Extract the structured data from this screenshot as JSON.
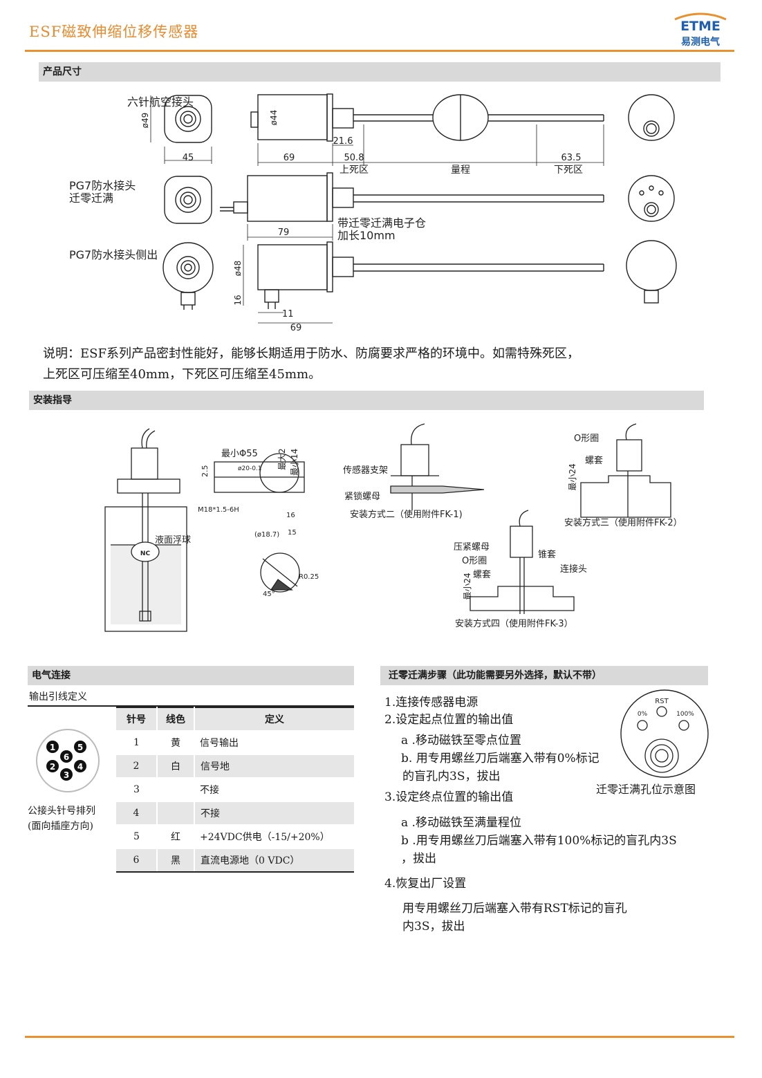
{
  "header": {
    "title": "ESF磁致伸缩位移传感器",
    "logo_text": "ETME",
    "logo_subtext": "易测电气",
    "accent_color": "#e8912e"
  },
  "dimensions": {
    "section_title": "产品尺寸",
    "rows": [
      {
        "name": "六针航空接头",
        "diameter": "ø49",
        "width": "45",
        "body_diameter": "ø44",
        "body_length": "69",
        "fitting": "21.6",
        "upper_dead": "50.8",
        "upper_dead_label": "上死区",
        "range_label": "量程",
        "lower_dead": "63.5",
        "lower_dead_label": "下死区"
      },
      {
        "name": "PG7防水接头",
        "name2": "迁零迁满",
        "body_length": "79",
        "note1": "带迁零迁满电子仓",
        "note2": "加长10mm"
      },
      {
        "name": "PG7防水接头侧出",
        "diameter": "ø48",
        "offset": "16",
        "gland": "11",
        "body_length": "69"
      }
    ],
    "note_line1": "说明：ESF系列产品密封性能好，能够长期适用于防水、防腐要求严格的环境中。如需特殊死区，",
    "note_line2": "上死区可压缩至40mm，下死区可压缩至45mm。"
  },
  "install": {
    "section_title": "安装指导",
    "float_label": "液面浮球",
    "float_mark": "NC",
    "thread": "M18*1.5-6H",
    "min_dia": "最小Φ55",
    "depth_min2": "最大2",
    "depth_min14": "最小14",
    "dim_2_5": "2.5",
    "dim_20": "ø20-0.1",
    "dim_18_7": "(ø18.7)",
    "dim_15": "15",
    "dim_r": "R0.25",
    "dim_45": "45°",
    "dim_16": "16",
    "method2": {
      "caption": "安装方式二（使用附件FK-1)",
      "bracket": "传感器支架",
      "nut": "紧锁螺母"
    },
    "method3": {
      "caption": "安装方式三（使用附件FK-2）",
      "oring": "O形圈",
      "sleeve": "螺套",
      "min24": "最小24"
    },
    "method4": {
      "caption": "安装方式四（使用附件FK-3）",
      "press_nut": "压紧螺母",
      "oring": "O形圈",
      "sleeve": "螺套",
      "cone": "锥套",
      "connector": "连接头",
      "min24": "最小24"
    }
  },
  "electrical": {
    "section_title": "电气连接",
    "subtitle": "输出引线定义",
    "connector_caption1": "公接头针号排列",
    "connector_caption2": "(面向插座方向)",
    "pin_numbers": [
      "1",
      "6",
      "5",
      "2",
      "4",
      "3"
    ],
    "headers": [
      "针号",
      "线色",
      "定义"
    ],
    "rows": [
      [
        "1",
        "黄",
        "信号输出"
      ],
      [
        "2",
        "白",
        "信号地"
      ],
      [
        "3",
        "",
        "不接"
      ],
      [
        "4",
        "",
        "不接"
      ],
      [
        "5",
        "红",
        "+24VDC供电（-15/+20%）"
      ],
      [
        "6",
        "黑",
        "直流电源地（0 VDC）"
      ]
    ]
  },
  "zero_span": {
    "section_title": "迁零迁满步骤（此功能需要另外选择，默认不带）",
    "steps": [
      "1.连接传感器电源",
      "2.设定起点位置的输出值",
      "a .移动磁铁至零点位置",
      "b. 用专用螺丝刀后端塞入带有0%标记",
      "的盲孔内3S，拔出",
      "3.设定终点位置的输出值",
      "a .移动磁铁至满量程位",
      "b .用专用螺丝刀后端塞入带有100%标记的盲孔内3S",
      "，拔出",
      "4.恢复出厂设置",
      "用专用螺丝刀后端塞入带有RST标记的盲孔",
      "内3S，拔出"
    ],
    "diagram_caption": "迁零迁满孔位示意图",
    "hole_rst": "RST",
    "hole_0": "0%",
    "hole_100": "100%"
  }
}
